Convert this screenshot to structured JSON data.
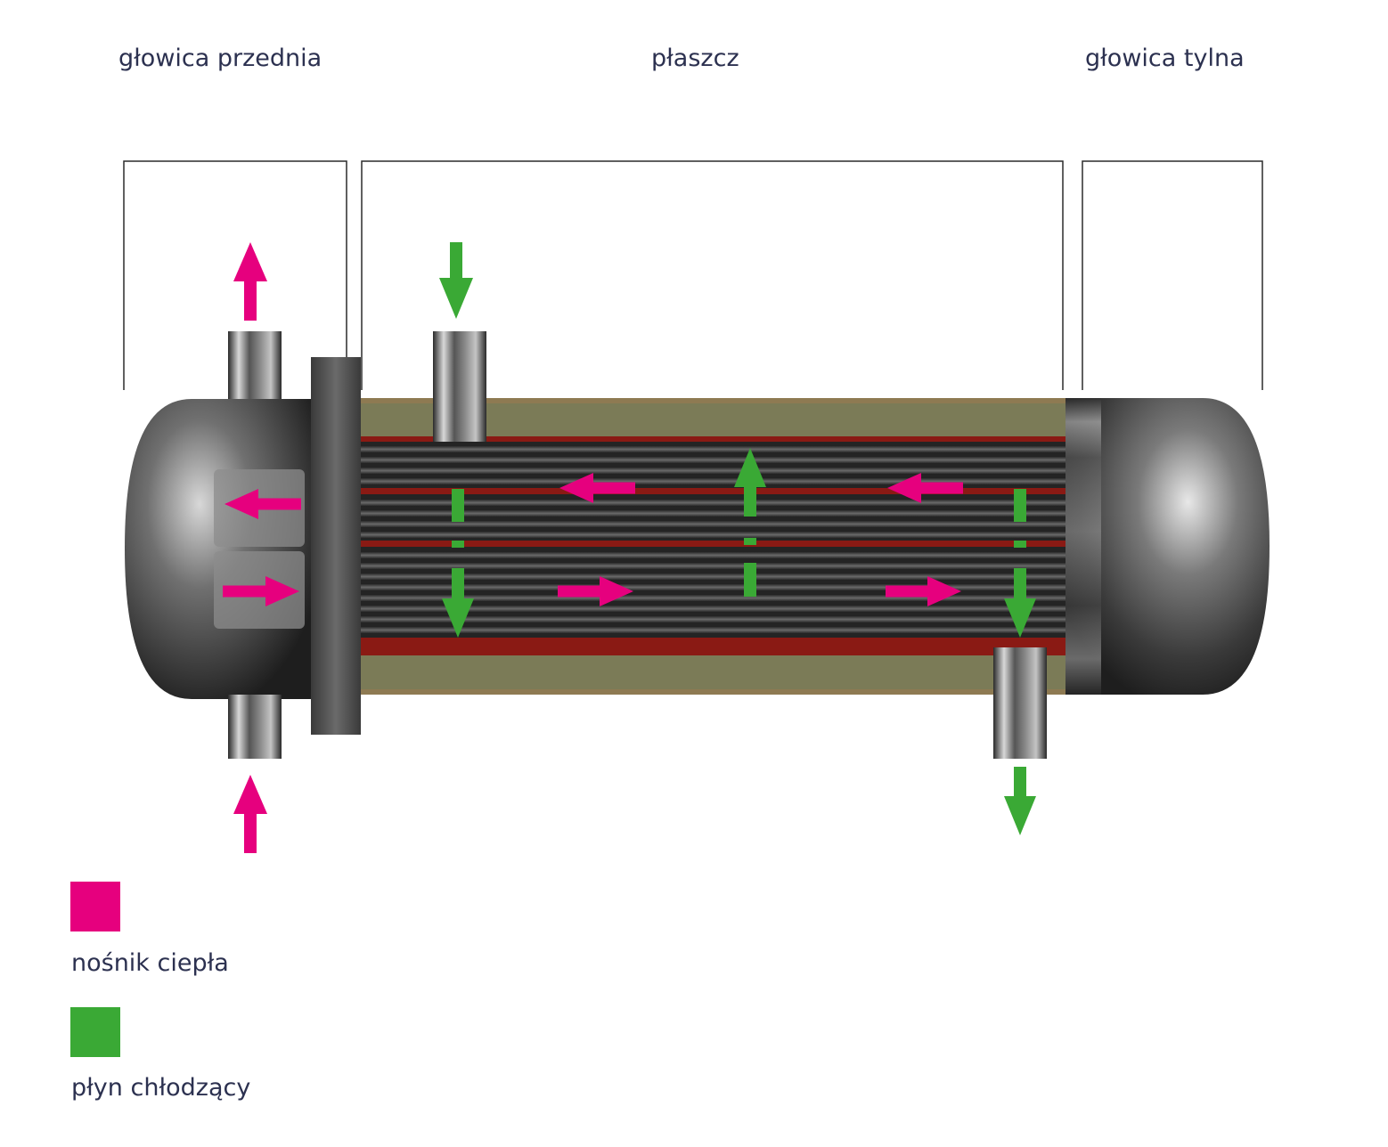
{
  "labels": {
    "front_head": "głowica przednia",
    "shell": "płaszcz",
    "rear_head": "głowica tylna"
  },
  "legend": [
    {
      "label": "nośnik ciepła",
      "color": "#e6007e"
    },
    {
      "label": "płyn chłodzący",
      "color": "#3aa935"
    }
  ],
  "colors": {
    "hot_fluid": "#e6007e",
    "coolant": "#3aa935",
    "shell_fill": "#7b7b57",
    "tube_red": "#8a1a14",
    "steel": "#5a5a5a",
    "text": "#2c3150"
  }
}
